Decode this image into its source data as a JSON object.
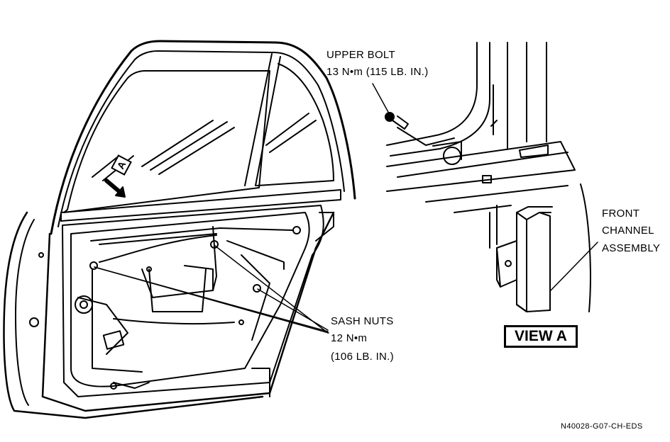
{
  "labels": {
    "upper_bolt_title": "UPPER BOLT",
    "upper_bolt_torque": "13 N•m (115 LB. IN.)",
    "sash_nuts_title": "SASH NUTS",
    "sash_nuts_torque_metric": "12 N•m",
    "sash_nuts_torque_imperial": "(106 LB. IN.)",
    "front_channel_line1": "FRONT",
    "front_channel_line2": "CHANNEL",
    "front_channel_line3": "ASSEMBLY",
    "view_a": "VIEW A",
    "view_callout_letter": "A",
    "figure_code": "N40028-G07-CH-EDS"
  }
}
